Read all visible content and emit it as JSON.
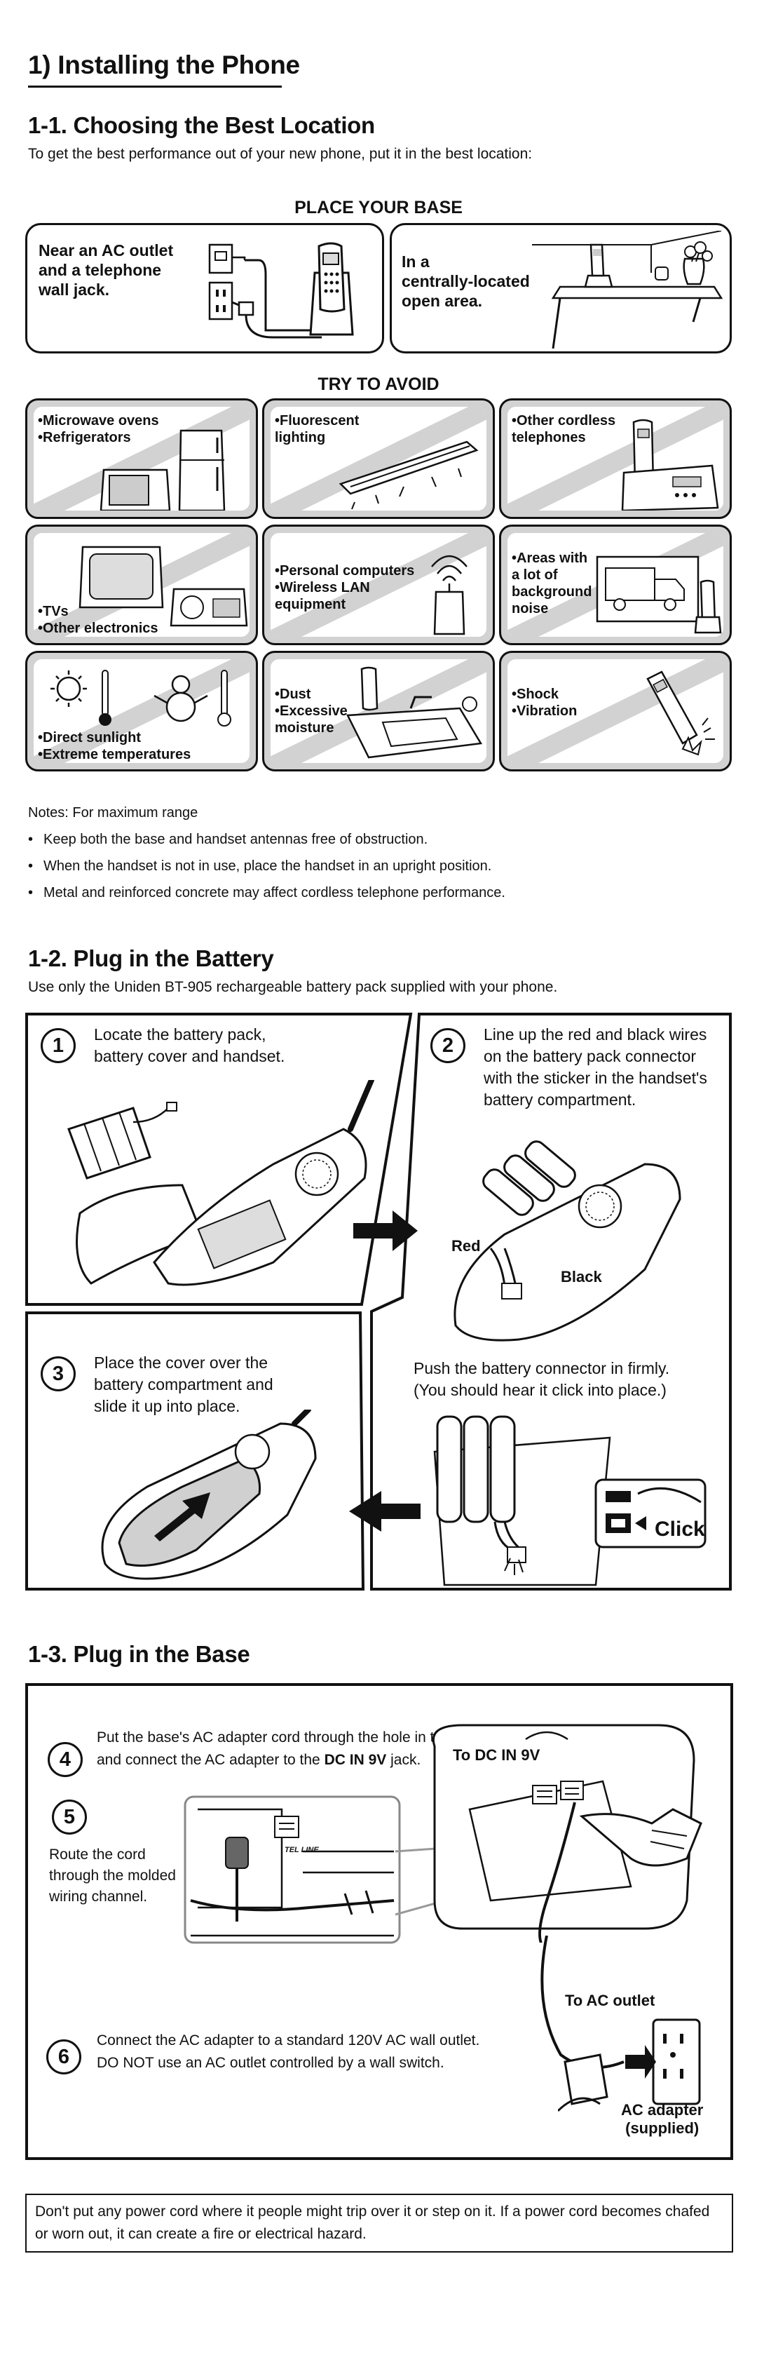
{
  "section1": {
    "title": "1) Installing the Phone"
  },
  "section11": {
    "title": "1-1. Choosing the Best Location",
    "intro": "To get the best performance out of your new phone, put it in the best location:",
    "place_title": "PLACE YOUR BASE",
    "place_items": [
      [
        "Near an AC outlet",
        "and a telephone",
        "wall jack."
      ],
      [
        "In a",
        "centrally-located",
        "open area."
      ]
    ],
    "avoid_title": "TRY TO AVOID",
    "avoid_items": [
      [
        "•Microwave ovens",
        "•Refrigerators"
      ],
      [
        "•Fluorescent",
        "lighting"
      ],
      [
        "•Other cordless",
        "telephones"
      ],
      [
        "•TVs",
        "•Other electronics"
      ],
      [
        "•Personal computers",
        "•Wireless LAN",
        "equipment"
      ],
      [
        "•Areas with",
        "a lot of",
        "background",
        "noise"
      ],
      [
        "•Direct sunlight",
        "•Extreme temperatures"
      ],
      [
        "•Dust",
        "•Excessive",
        "moisture"
      ],
      [
        "•Shock",
        "•Vibration"
      ]
    ],
    "notes_title": "Notes: For maximum range",
    "notes": [
      "Keep both the base and handset antennas free of obstruction.",
      "When the handset is not in use, place the handset in an upright position.",
      "Metal and reinforced concrete may affect cordless telephone performance."
    ]
  },
  "section12": {
    "title": "1-2. Plug in the Battery",
    "intro": "Use only the Uniden BT-905 rechargeable battery pack supplied with your phone.",
    "step1": [
      "Locate the battery pack,",
      "battery cover and handset."
    ],
    "step2": [
      "Line up the red and black wires",
      "on the battery pack connector",
      "with the sticker in the handset's",
      "battery compartment."
    ],
    "step3": [
      "Place the cover over the",
      "battery compartment and",
      "slide it up into place."
    ],
    "step4": [
      "Push the battery connector in firmly.",
      "(You should hear it click into place.)"
    ],
    "labels": {
      "red": "Red",
      "black": "Black",
      "click": "Click"
    },
    "nums": [
      "1",
      "2",
      "3"
    ]
  },
  "section13": {
    "title": "1-3. Plug in the Base",
    "step4_pre": "Put the base's AC adapter cord through the hole in the stand",
    "step4_line2_pre": "and connect the AC adapter to the ",
    "step4_bold": "DC IN 9V",
    "step4_post": " jack.",
    "step5": [
      "Route the cord",
      "through the molded",
      "wiring channel."
    ],
    "step6": [
      "Connect the AC adapter to a standard 120V AC wall outlet.",
      "DO NOT use an AC outlet controlled by a wall switch."
    ],
    "labels": {
      "to_dc": "To DC IN 9V",
      "to_ac": "To AC outlet",
      "adapter1": "AC adapter",
      "adapter2": "(supplied)",
      "tel_line": "TEL LINE"
    },
    "nums": [
      "4",
      "5",
      "6"
    ]
  },
  "warning": "Don't put any power cord where it people might trip over it or step on it. If a power cord becomes chafed or worn out, it can create a fire or electrical hazard."
}
